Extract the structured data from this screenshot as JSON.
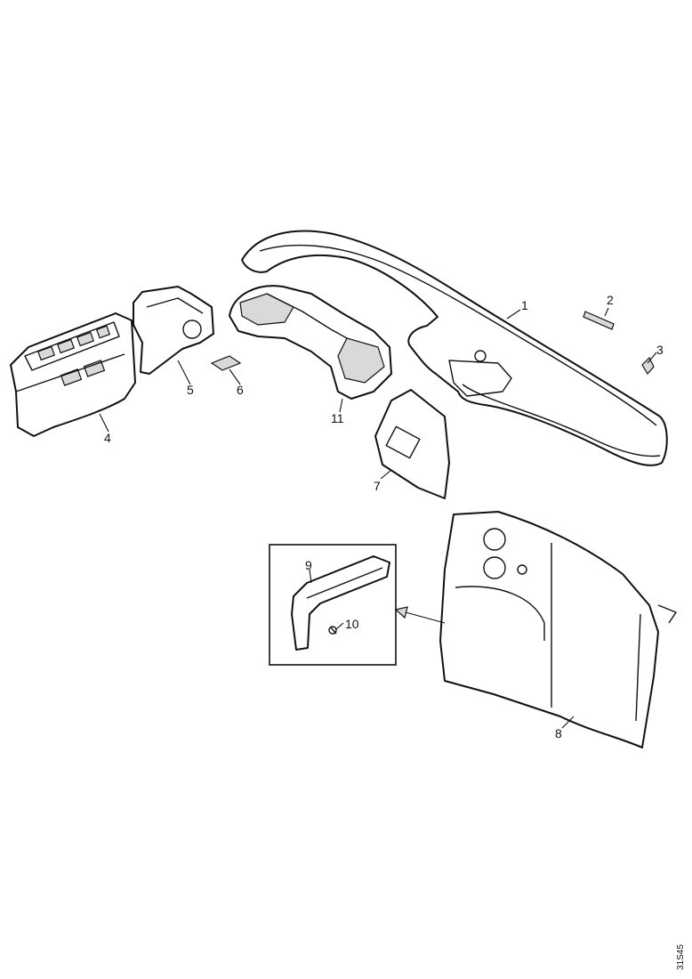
{
  "diagram": {
    "callouts": [
      {
        "id": "1",
        "label": "1"
      },
      {
        "id": "2",
        "label": "2"
      },
      {
        "id": "3",
        "label": "3"
      },
      {
        "id": "4",
        "label": "4"
      },
      {
        "id": "5",
        "label": "5"
      },
      {
        "id": "6",
        "label": "6"
      },
      {
        "id": "7",
        "label": "7"
      },
      {
        "id": "8",
        "label": "8"
      },
      {
        "id": "9",
        "label": "9"
      },
      {
        "id": "10",
        "label": "10"
      },
      {
        "id": "11",
        "label": "11"
      }
    ],
    "reference_code": "31S45"
  }
}
